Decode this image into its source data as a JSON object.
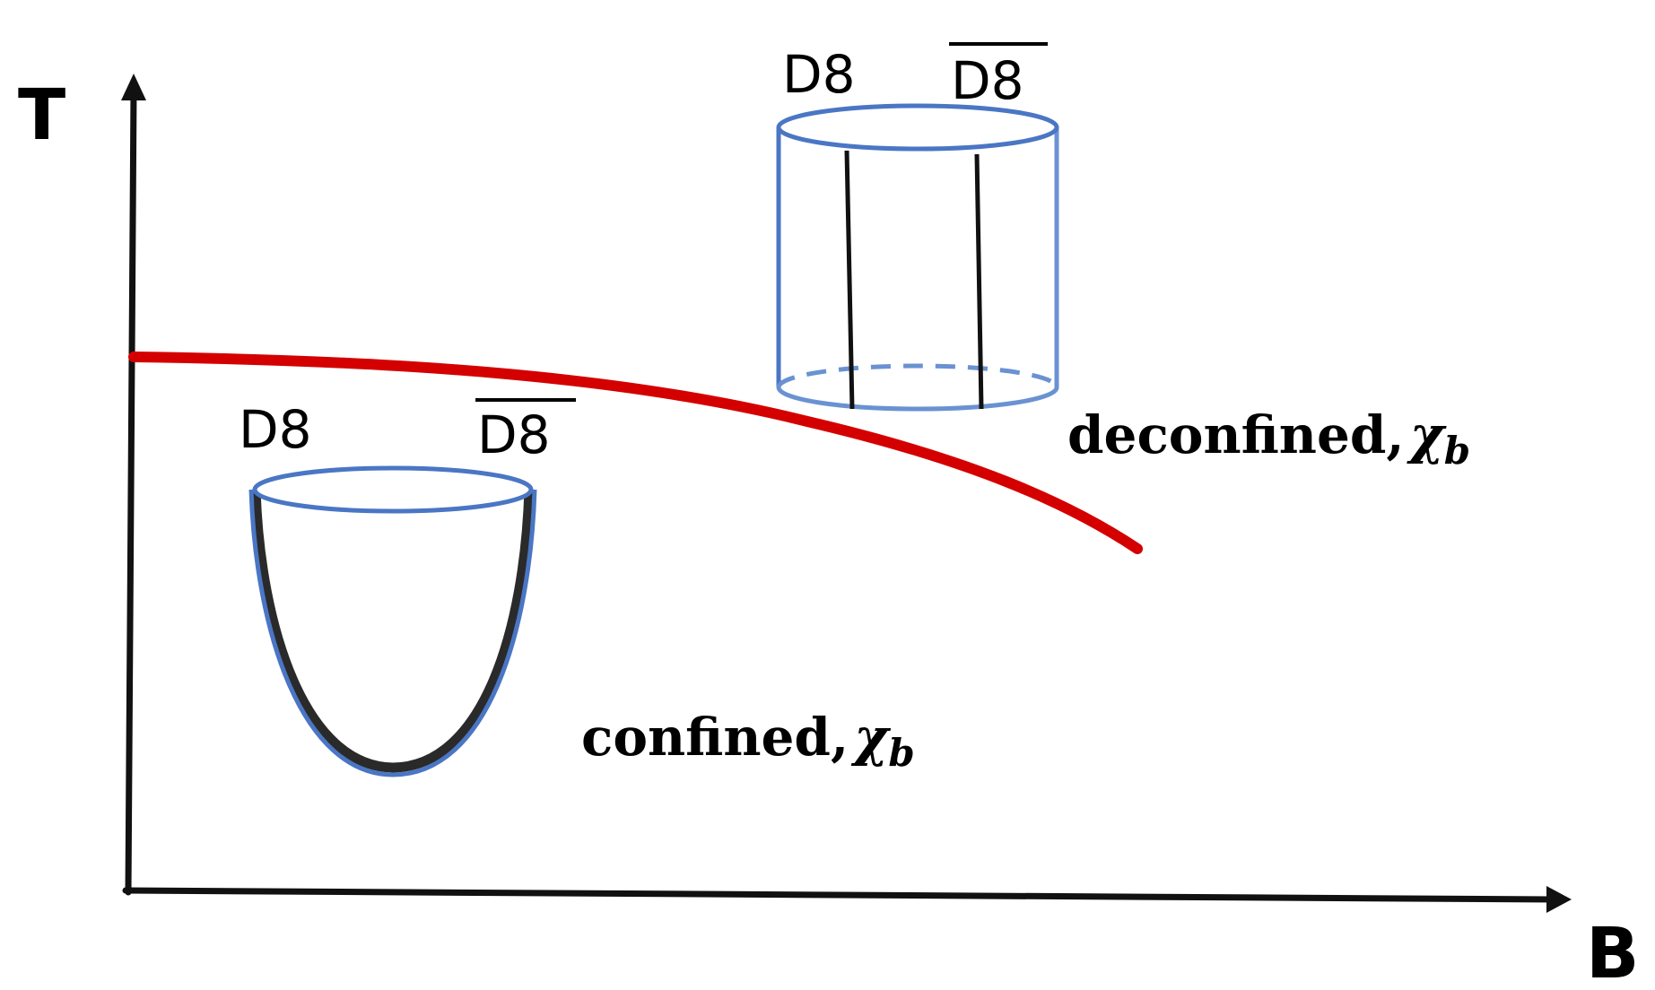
{
  "axes": {
    "y_label": "T",
    "x_label": "B"
  },
  "deconfined_cylinder": {
    "left_label": "D8",
    "right_label": "D8",
    "right_label_overline": true
  },
  "confined_cup": {
    "left_label": "D8",
    "right_label": "D8",
    "right_label_overline": true
  },
  "phases": {
    "deconfined": "deconfined,",
    "deconfined_symbol": "χ",
    "deconfined_subscript": "b",
    "confined": "confined,",
    "confined_symbol": "χ",
    "confined_subscript": "b"
  },
  "colors": {
    "axes": "#111111",
    "phase_boundary": "#d40000",
    "brane_outline": "#4a76c4",
    "string": "#111111"
  }
}
